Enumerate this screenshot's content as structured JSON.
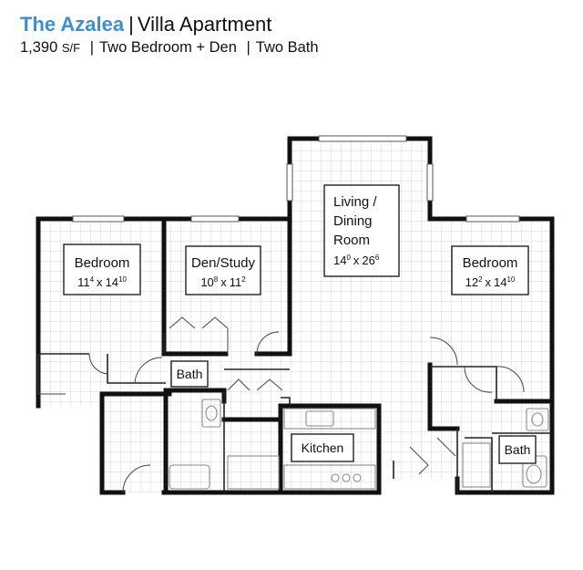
{
  "header": {
    "name": "The Azalea",
    "divider": "|",
    "type": "Villa Apartment",
    "area_value": "1,390",
    "area_unit": "S/F",
    "divider2": "|",
    "bedrooms": "Two Bedroom + Den",
    "divider3": "|",
    "baths": "Two Bath"
  },
  "rooms": {
    "bedroom_left": {
      "name": "Bedroom",
      "dim_a": "11",
      "dim_a_sup": "4",
      "x": "x",
      "dim_b": "14",
      "dim_b_sup": "10"
    },
    "den": {
      "name": "Den/Study",
      "dim_a": "10",
      "dim_a_sup": "8",
      "x": "x",
      "dim_b": "11",
      "dim_b_sup": "2"
    },
    "living": {
      "name_line1": "Living /",
      "name_line2": "Dining",
      "name_line3": "Room",
      "dim_a": "14",
      "dim_a_sup": "0",
      "x": "x",
      "dim_b": "26",
      "dim_b_sup": "6"
    },
    "bedroom_right": {
      "name": "Bedroom",
      "dim_a": "12",
      "dim_a_sup": "2",
      "x": "x",
      "dim_b": "14",
      "dim_b_sup": "10"
    },
    "bath_left": {
      "name": "Bath"
    },
    "kitchen": {
      "name": "Kitchen"
    },
    "bath_right": {
      "name": "Bath"
    }
  },
  "colors": {
    "accent": "#3d8fd1",
    "wall": "#111111",
    "grid": "#c9c9c9",
    "fixture": "#8a8a8a"
  }
}
